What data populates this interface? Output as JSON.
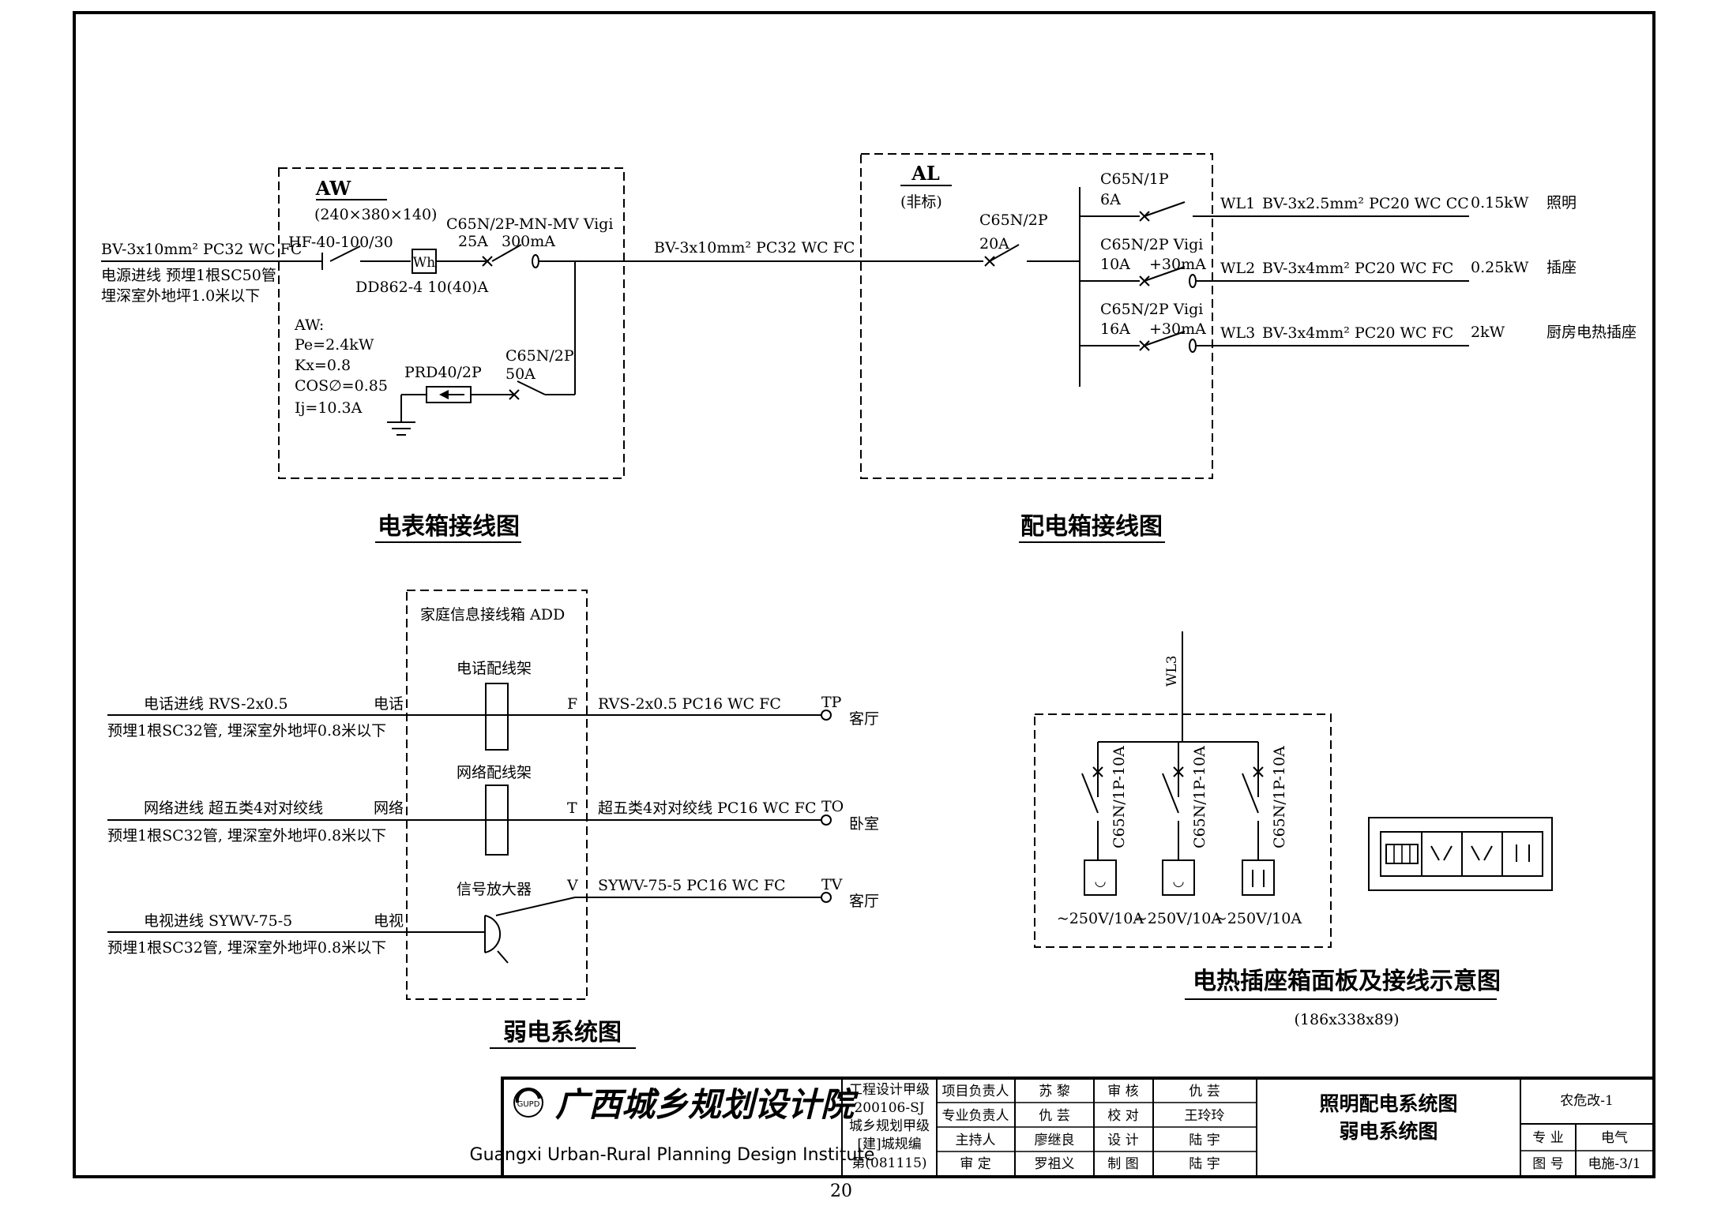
{
  "meter_box": {
    "code": "AW",
    "size": "(240×380×140)",
    "incoming_cable": "BV-3x10mm² PC32 WC FC",
    "incoming_note_1": "电源进线 预埋1根SC50管",
    "incoming_note_2": "埋深室外地坪1.0米以下",
    "main_switch": "HF-40-100/30",
    "meter_symbol": "Wh",
    "meter": "DD862-4 10(40)A",
    "breaker": "C65N/2P-MN-MV Vigi",
    "breaker_rating": "25A",
    "breaker_leakage": "300mA",
    "spd_breaker": "C65N/2P",
    "spd_breaker_rating": "50A",
    "spd": "PRD40/2P",
    "params": [
      "AW:",
      "Pe=2.4kW",
      "Kx=0.8",
      "COS∅=0.85",
      "Ij=10.3A"
    ],
    "title": "电表箱接线图"
  },
  "link_cable": "BV-3x10mm² PC32 WC FC",
  "distribution_box": {
    "code": "AL",
    "sub": "(非标)",
    "main_breaker": "C65N/2P",
    "main_rating": "20A",
    "title": "配电箱接线图",
    "circuits": [
      {
        "breaker": "C65N/1P",
        "rating": "6A",
        "leak": "",
        "id": "WL1",
        "cable": "BV-3x2.5mm² PC20 WC CC",
        "power": "0.15kW",
        "use": "照明"
      },
      {
        "breaker": "C65N/2P Vigi",
        "rating": "10A",
        "leak": "+30mA",
        "id": "WL2",
        "cable": "BV-3x4mm² PC20 WC FC",
        "power": "0.25kW",
        "use": "插座"
      },
      {
        "breaker": "C65N/2P Vigi",
        "rating": "16A",
        "leak": "+30mA",
        "id": "WL3",
        "cable": "BV-3x4mm² PC20 WC FC",
        "power": "2kW",
        "use": "厨房电热插座"
      }
    ]
  },
  "weak_current": {
    "box_title": "家庭信息接线箱 ADD",
    "title": "弱电系统图",
    "lines": [
      {
        "in_label": "电话进线 RVS-2x0.5",
        "type": "电话",
        "note": "预埋1根SC32管, 埋深室外地坪0.8米以下",
        "device": "电话配线架",
        "port": "F",
        "out_cable": "RVS-2x0.5 PC16 WC FC",
        "term": "TP",
        "room": "客厅"
      },
      {
        "in_label": "网络进线 超五类4对对绞线",
        "type": "网络",
        "note": "预埋1根SC32管, 埋深室外地坪0.8米以下",
        "device": "网络配线架",
        "port": "T",
        "out_cable": "超五类4对对绞线 PC16 WC FC",
        "term": "TO",
        "room": "卧室"
      },
      {
        "in_label": "电视进线 SYWV-75-5",
        "type": "电视",
        "note": "预埋1根SC32管, 埋深室外地坪0.8米以下",
        "device": "信号放大器",
        "port": "V",
        "out_cable": "SYWV-75-5 PC16 WC FC",
        "term": "TV",
        "room": "客厅"
      }
    ]
  },
  "heater_socket_box": {
    "feeder": "WL3",
    "breaker": "C65N/1P-10A",
    "socket_rating": "~250V/10A",
    "title": "电热插座箱面板及接线示意图",
    "size": "(186x338x89)"
  },
  "title_block": {
    "company_cn": "广西城乡规划设计院",
    "company_en": "Guangxi Urban-Rural Planning Design Institute",
    "logo": "GUPD",
    "qualification": [
      "工程设计甲级",
      "200106-SJ",
      "城乡规划甲级",
      "[建]城规编",
      "第(081115)"
    ],
    "roles": [
      {
        "role": "项目负责人",
        "name": "苏 黎",
        "role2": "审 核",
        "name2": "仇 芸"
      },
      {
        "role": "专业负责人",
        "name": "仇 芸",
        "role2": "校 对",
        "name2": "王玲玲"
      },
      {
        "role": "主持人",
        "name": "廖继良",
        "role2": "设 计",
        "name2": "陆 宇"
      },
      {
        "role": "审 定",
        "name": "罗祖义",
        "role2": "制 图",
        "name2": "陆 宇"
      }
    ],
    "drawing_title_1": "照明配电系统图",
    "drawing_title_2": "弱电系统图",
    "project": "农危改-1",
    "discipline_label": "专 业",
    "discipline": "电气",
    "drawing_no_label": "图 号",
    "drawing_no": "电施-3/1"
  },
  "page_number": "20"
}
